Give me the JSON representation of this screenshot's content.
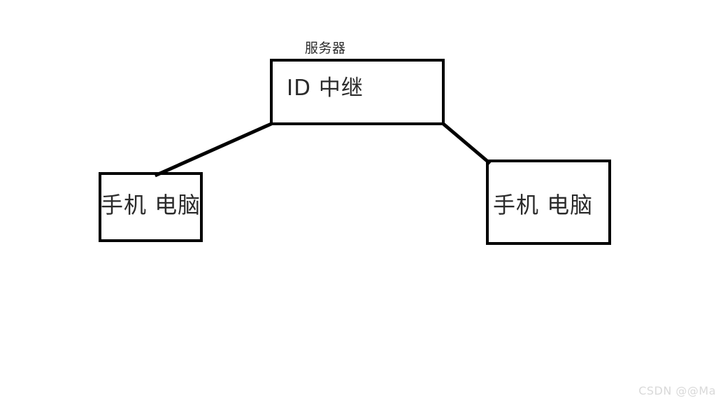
{
  "diagram": {
    "title_caption": "服务器",
    "server_node": {
      "caption": "服务器",
      "text": "ID  中继"
    },
    "left_client_node": {
      "text": "手机 电脑"
    },
    "right_client_node": {
      "text": "手机 电脑"
    },
    "connections": [
      {
        "name": "server-to-left-client"
      },
      {
        "name": "server-to-right-client"
      }
    ],
    "colors": {
      "stroke": "#000000",
      "text": "#2b2b2b",
      "background": "#ffffff",
      "watermark": "#d9d9d9"
    }
  },
  "watermark": {
    "text": "CSDN @@Ma"
  }
}
